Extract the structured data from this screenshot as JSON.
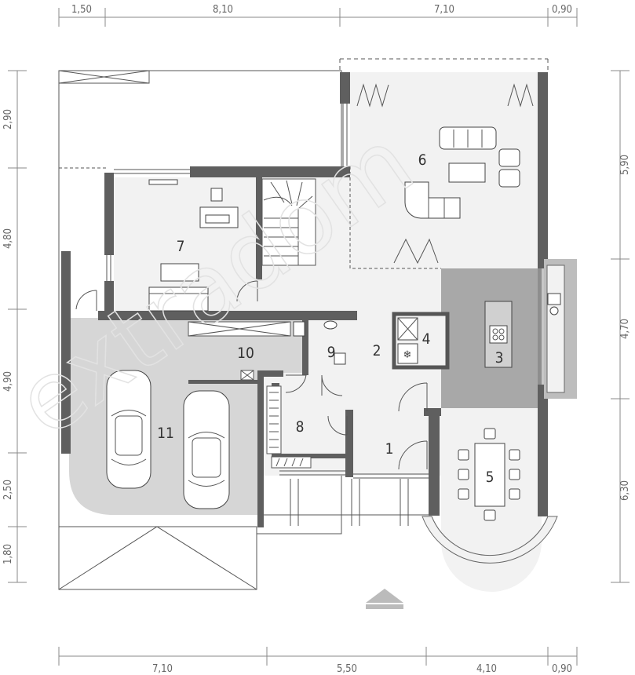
{
  "dimensions": {
    "top": [
      "1,50",
      "8,10",
      "7,10",
      "0,90"
    ],
    "bottom": [
      "7,10",
      "5,50",
      "4,10",
      "0,90"
    ],
    "left": [
      "2,90",
      "4,80",
      "4,90",
      "2,50",
      "1,80"
    ],
    "right": [
      "5,90",
      "4,70",
      "6,30"
    ]
  },
  "rooms": [
    {
      "id": "1",
      "label": "1"
    },
    {
      "id": "2",
      "label": "2"
    },
    {
      "id": "3",
      "label": "3"
    },
    {
      "id": "4",
      "label": "4"
    },
    {
      "id": "5",
      "label": "5"
    },
    {
      "id": "6",
      "label": "6"
    },
    {
      "id": "7",
      "label": "7"
    },
    {
      "id": "8",
      "label": "8"
    },
    {
      "id": "9",
      "label": "9"
    },
    {
      "id": "10",
      "label": "10"
    },
    {
      "id": "11",
      "label": "11"
    }
  ],
  "watermark": "extradom",
  "colors": {
    "wall": "#5f5f5f",
    "floor_light": "#f2f2f2",
    "floor_mid": "#d6d6d6",
    "floor_dark": "#a8a8a8"
  }
}
